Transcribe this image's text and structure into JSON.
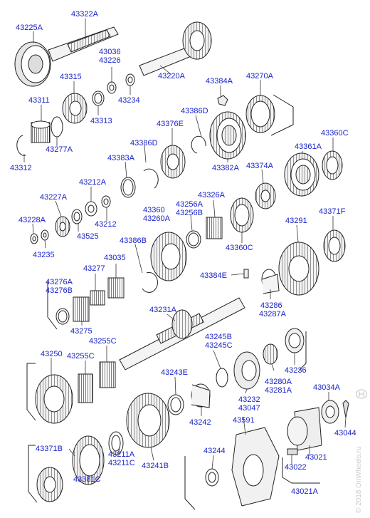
{
  "parts": [
    {
      "key": "43225A",
      "label": "43225A"
    },
    {
      "key": "43322A",
      "label": "43322A"
    },
    {
      "key": "43036",
      "label": "43036"
    },
    {
      "key": "43226",
      "label": "43226"
    },
    {
      "key": "43220A",
      "label": "43220A"
    },
    {
      "key": "43384A",
      "label": "43384A"
    },
    {
      "key": "43270A",
      "label": "43270A"
    },
    {
      "key": "43315",
      "label": "43315"
    },
    {
      "key": "43234",
      "label": "43234"
    },
    {
      "key": "43311",
      "label": "43311"
    },
    {
      "key": "43313",
      "label": "43313"
    },
    {
      "key": "43386D_top",
      "label": "43386D"
    },
    {
      "key": "43376E",
      "label": "43376E"
    },
    {
      "key": "43360C_top",
      "label": "43360C"
    },
    {
      "key": "43277A",
      "label": "43277A"
    },
    {
      "key": "43312",
      "label": "43312"
    },
    {
      "key": "43386D_mid",
      "label": "43386D"
    },
    {
      "key": "43383A",
      "label": "43383A"
    },
    {
      "key": "43382A",
      "label": "43382A"
    },
    {
      "key": "43374A",
      "label": "43374A"
    },
    {
      "key": "43361A",
      "label": "43361A"
    },
    {
      "key": "43212A",
      "label": "43212A"
    },
    {
      "key": "43227A",
      "label": "43227A"
    },
    {
      "key": "43326A",
      "label": "43326A"
    },
    {
      "key": "43256A",
      "label": "43256A"
    },
    {
      "key": "43360",
      "label": "43360"
    },
    {
      "key": "43256B",
      "label": "43256B"
    },
    {
      "key": "43260A",
      "label": "43260A"
    },
    {
      "key": "43371F",
      "label": "43371F"
    },
    {
      "key": "43228A",
      "label": "43228A"
    },
    {
      "key": "43212",
      "label": "43212"
    },
    {
      "key": "43291",
      "label": "43291"
    },
    {
      "key": "43525",
      "label": "43525"
    },
    {
      "key": "43386B",
      "label": "43386B"
    },
    {
      "key": "43360C_mid",
      "label": "43360C"
    },
    {
      "key": "43235",
      "label": "43235"
    },
    {
      "key": "43035",
      "label": "43035"
    },
    {
      "key": "43277",
      "label": "43277"
    },
    {
      "key": "43384E",
      "label": "43384E"
    },
    {
      "key": "43276A",
      "label": "43276A"
    },
    {
      "key": "43276B",
      "label": "43276B"
    },
    {
      "key": "43286",
      "label": "43286"
    },
    {
      "key": "43287A",
      "label": "43287A"
    },
    {
      "key": "43231A",
      "label": "43231A"
    },
    {
      "key": "43275",
      "label": "43275"
    },
    {
      "key": "43245B",
      "label": "43245B"
    },
    {
      "key": "43255C_top",
      "label": "43255C"
    },
    {
      "key": "43245C",
      "label": "43245C"
    },
    {
      "key": "43250",
      "label": "43250"
    },
    {
      "key": "43255C_low",
      "label": "43255C"
    },
    {
      "key": "43236",
      "label": "43236"
    },
    {
      "key": "43280A",
      "label": "43280A"
    },
    {
      "key": "43243E",
      "label": "43243E"
    },
    {
      "key": "43281A",
      "label": "43281A"
    },
    {
      "key": "43034A",
      "label": "43034A"
    },
    {
      "key": "43232",
      "label": "43232"
    },
    {
      "key": "43047",
      "label": "43047"
    },
    {
      "key": "43591",
      "label": "43591"
    },
    {
      "key": "43242",
      "label": "43242"
    },
    {
      "key": "43044",
      "label": "43044"
    },
    {
      "key": "43371B",
      "label": "43371B"
    },
    {
      "key": "43244",
      "label": "43244"
    },
    {
      "key": "43021",
      "label": "43021"
    },
    {
      "key": "43211A",
      "label": "43211A"
    },
    {
      "key": "43241B",
      "label": "43241B"
    },
    {
      "key": "43022",
      "label": "43022"
    },
    {
      "key": "43211C",
      "label": "43211C"
    },
    {
      "key": "43381C",
      "label": "43381C"
    },
    {
      "key": "43021A",
      "label": "43021A"
    }
  ],
  "watermark": "© 2018 OnWheels.ru",
  "colors": {
    "label": "#1a23c8",
    "line": "#222222",
    "fill": "#ededed",
    "watermark": "#c9cdd3"
  }
}
